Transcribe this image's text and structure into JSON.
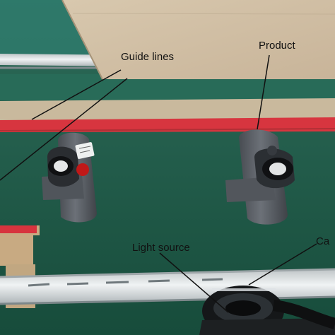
{
  "image": {
    "labels": {
      "guide_lines": "Guide lines",
      "product": "Product",
      "light_source": "Light source",
      "camera_partial": "Ca"
    },
    "colors": {
      "conveyor_green": "#1e5a47",
      "red_guide": "#d7353f",
      "cardboard": "#c9b79d",
      "product_gray": "#5b6068",
      "cap_red": "#c01818",
      "rail_silver": "#d8dde0",
      "text": "#111111"
    },
    "objects": [
      "cardboard-sheet",
      "guide-lines",
      "product-left",
      "product-right",
      "light-source",
      "camera"
    ]
  }
}
